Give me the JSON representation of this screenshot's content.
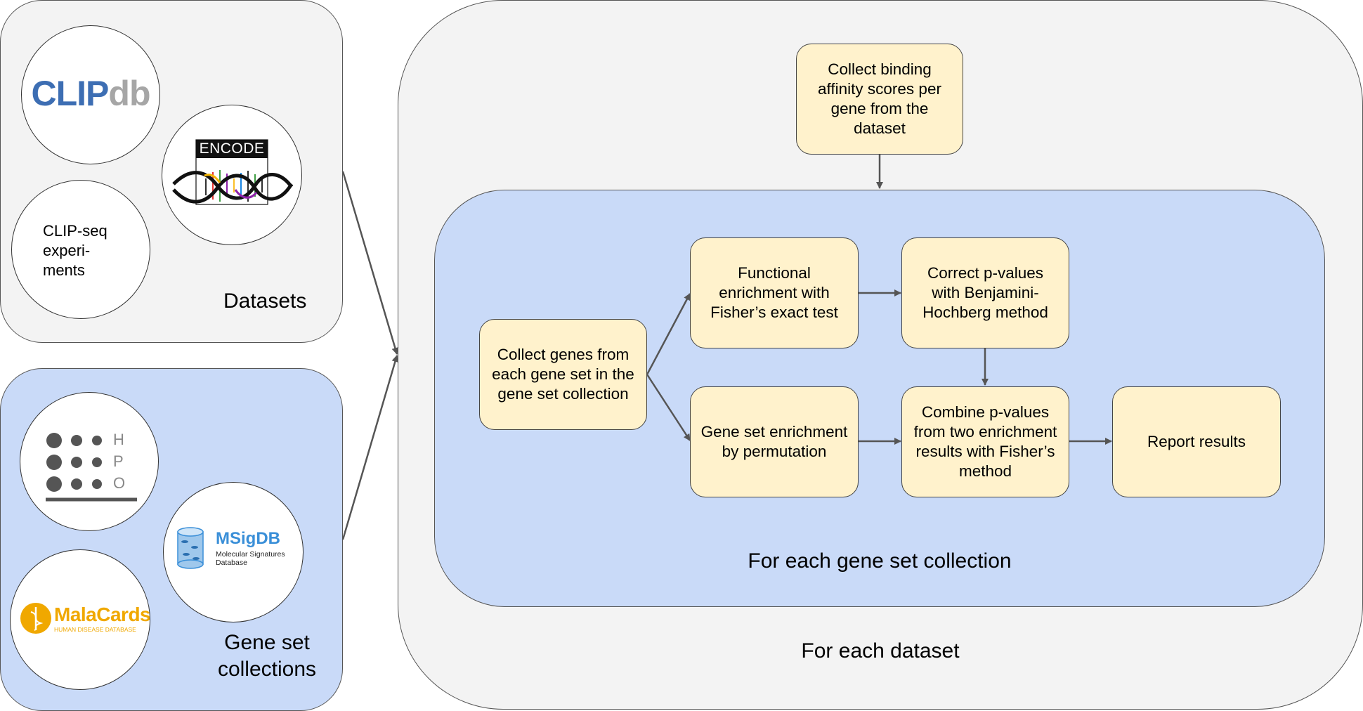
{
  "datasets": {
    "label": "Datasets",
    "clipdb": {
      "part1": "CLIP",
      "part2": "db"
    },
    "encode_label": "ENCODE",
    "clipseq_text": "CLIP-seq experi- ments"
  },
  "genesets": {
    "label": "Gene set collections",
    "hpo_letters": [
      "H",
      "P",
      "O"
    ],
    "msigdb_title": "MSigDB",
    "msigdb_subtitle": "Molecular Signatures Database",
    "malacards_title": "MalaCards",
    "malacards_subtitle": "HUMAN DISEASE DATABASE"
  },
  "outer": {
    "label": "For each dataset"
  },
  "inner": {
    "label": "For each gene set collection"
  },
  "steps": {
    "collect_scores": "Collect binding affinity scores per gene from the dataset",
    "collect_genes": "Collect genes from each gene set in the gene set collection",
    "functional": "Functional enrichment with Fisher’s exact test",
    "correct": "Correct p-values with Benjamini-Hochberg method",
    "gene_set_perm": "Gene set enrichment by permutation",
    "combine": "Combine p-values from two enrichment results with Fisher’s method",
    "report": "Report results"
  },
  "colors": {
    "step_fill": "#fff2cc",
    "inner_fill": "#c9daf8",
    "outer_fill": "#f3f3f3",
    "clip_blue": "#3d6eb3",
    "db_gray": "#a6a6a6",
    "msigdb_blue": "#3a8fd8",
    "malacards_orange": "#f0a800"
  }
}
